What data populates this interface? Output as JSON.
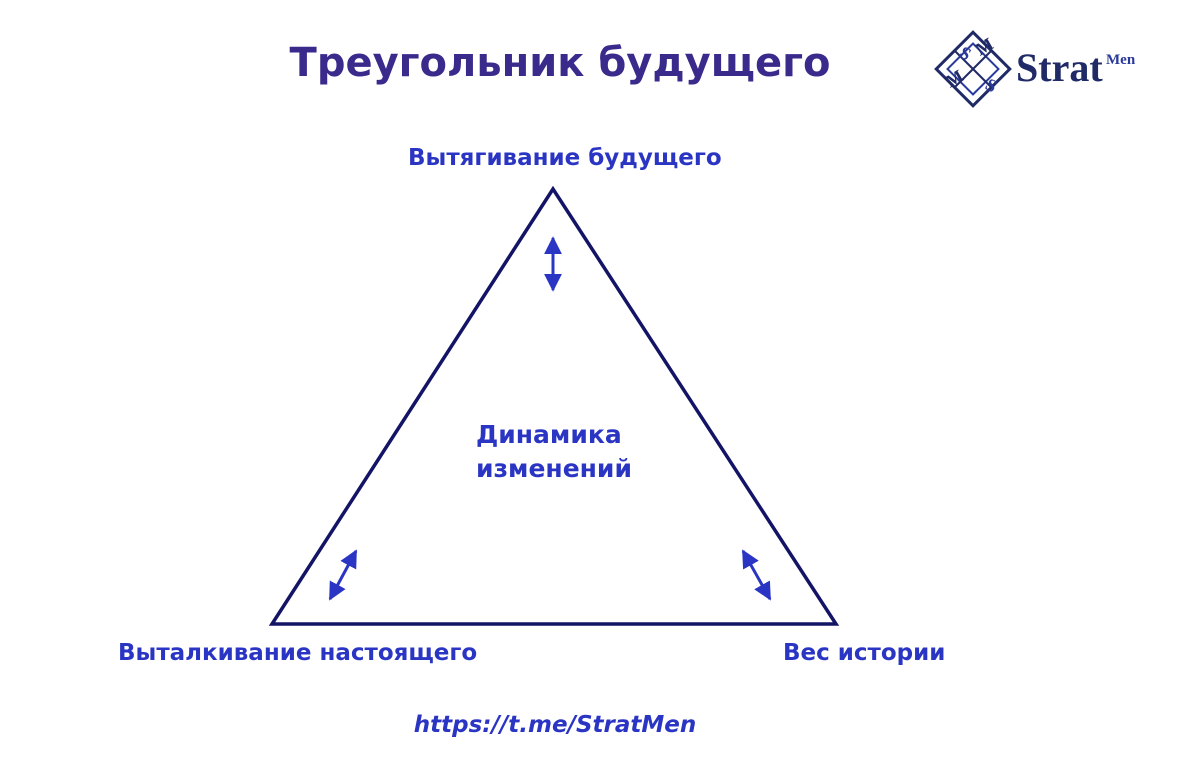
{
  "title": "Треугольник будущего",
  "logo": {
    "word": "Strat",
    "superscript": "Men"
  },
  "vertices": {
    "top": "Вытягивание будущего",
    "left": "Выталкивание настоящего",
    "right": "Вес истории"
  },
  "center": {
    "line1": "Динамика",
    "line2": "изменений"
  },
  "link": "https://t.me/StratMen",
  "colors": {
    "title": "#3a2a8c",
    "labels": "#2b35c4",
    "triangle": "#141466",
    "arrows": "#2b35c4"
  }
}
